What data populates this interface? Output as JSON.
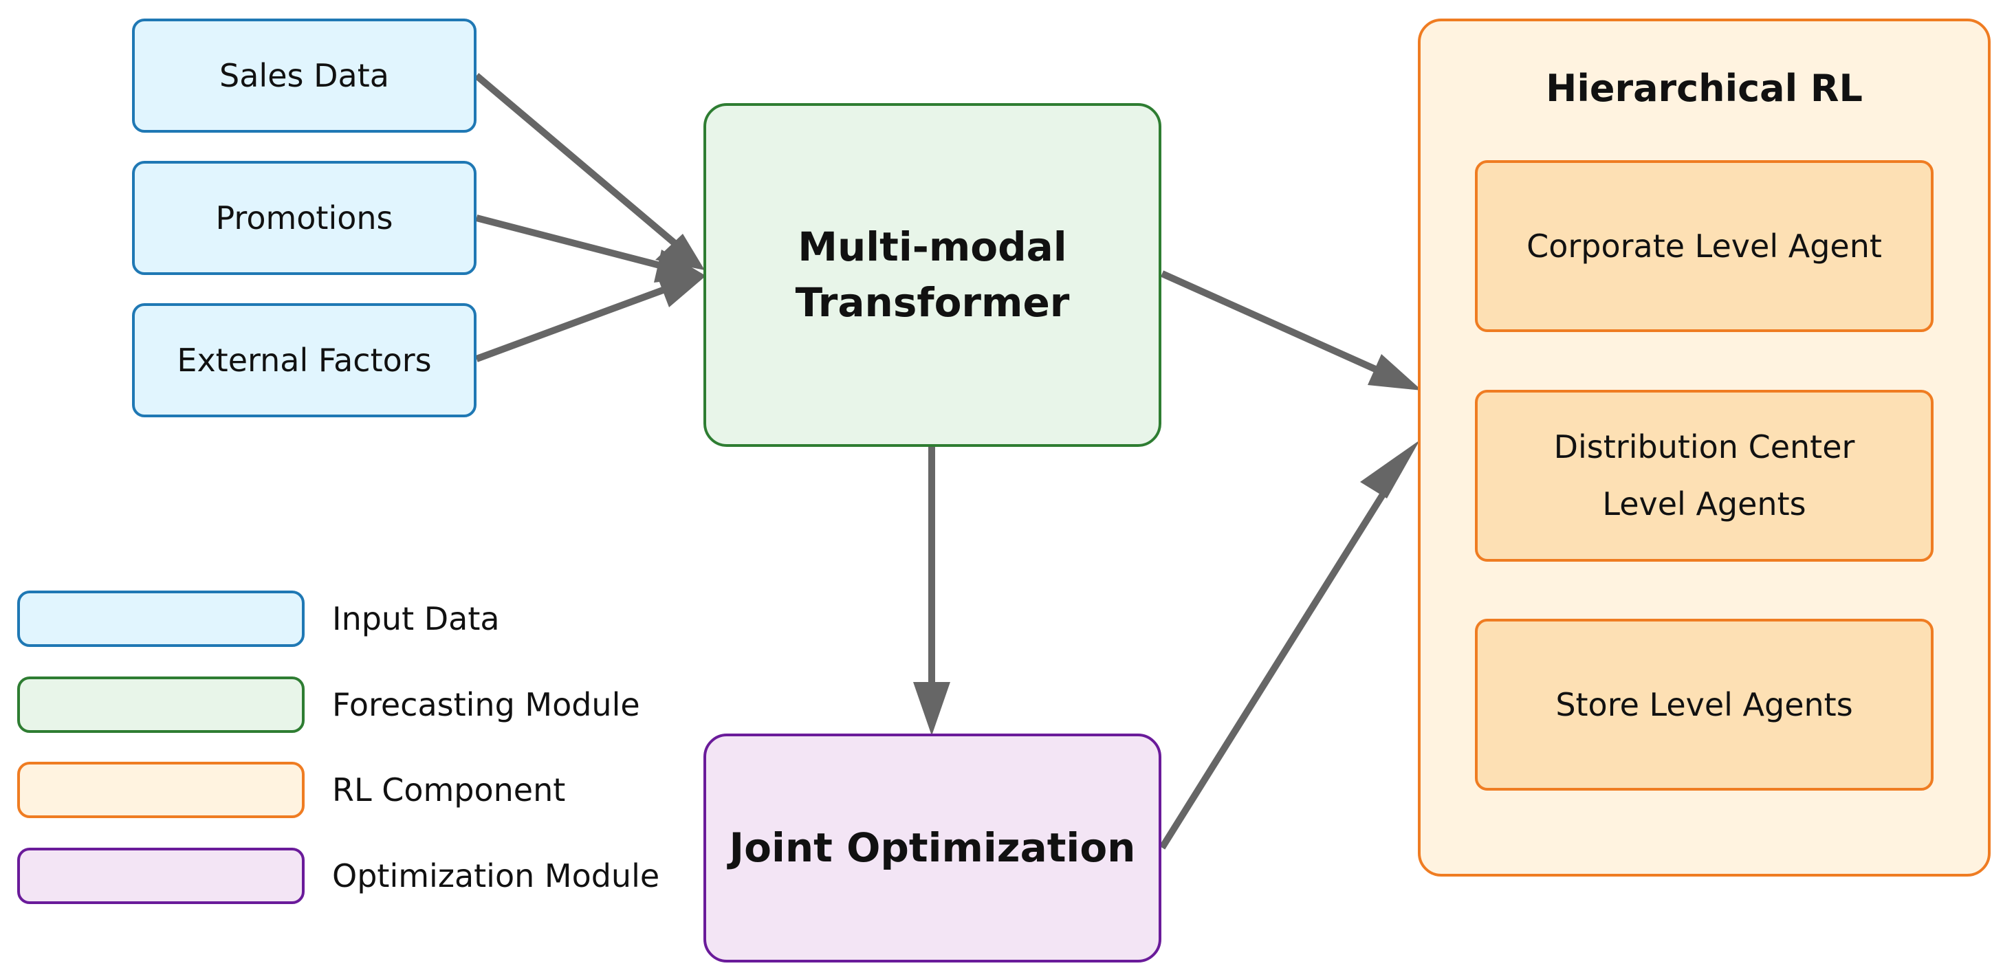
{
  "inputs": [
    {
      "label": "Sales Data"
    },
    {
      "label": "Promotions"
    },
    {
      "label": "External Factors"
    }
  ],
  "forecast": {
    "label": "Multi-modal\nTransformer"
  },
  "optimization": {
    "label": "Joint Optimization"
  },
  "rl": {
    "title": "Hierarchical RL",
    "agents": [
      {
        "label": "Corporate Level Agent"
      },
      {
        "label": "Distribution Center\nLevel Agents"
      },
      {
        "label": "Store Level Agents"
      }
    ]
  },
  "legend": [
    {
      "label": "Input Data",
      "border": "#1f78b4",
      "fill": "#e1f5fe"
    },
    {
      "label": "Forecasting Module",
      "border": "#2e7d32",
      "fill": "#e8f5e9"
    },
    {
      "label": "RL Component",
      "border": "#ef7c22",
      "fill": "#fff3e0"
    },
    {
      "label": "Optimization Module",
      "border": "#6a1b9a",
      "fill": "#f3e5f5"
    }
  ],
  "colors": {
    "arrow": "#666666"
  }
}
